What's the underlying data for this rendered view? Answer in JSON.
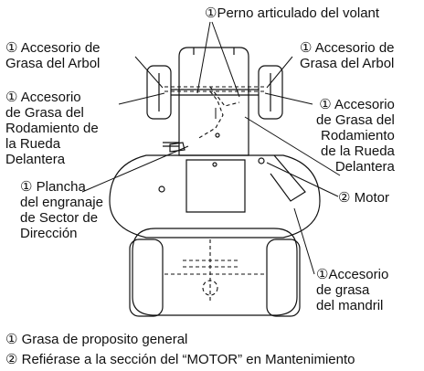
{
  "labels": {
    "perno": [
      "①Perno articulado del volant"
    ],
    "arbol_left": [
      "① Accesorio de",
      "Grasa del Arbol"
    ],
    "arbol_right": [
      "① Accesorio de",
      "Grasa del Arbol"
    ],
    "rueda_left": [
      "① Accesorio",
      "de Grasa del",
      "Rodamiento de",
      "la Rueda",
      "Delantera"
    ],
    "rueda_right": [
      "① Accesorio",
      "de Grasa del",
      "Rodamiento",
      "de la Rueda",
      "Delantera"
    ],
    "plancha": [
      "① Plancha",
      "del engranaje",
      "de Sector de",
      "Dirección"
    ],
    "motor": [
      "② Motor"
    ],
    "mandril": [
      "①Accesorio",
      "de grasa",
      "del mandril"
    ]
  },
  "legend": [
    "① Grasa de proposito general",
    "② Refiérase a la sección del “MOTOR” en Mantenimiento"
  ]
}
